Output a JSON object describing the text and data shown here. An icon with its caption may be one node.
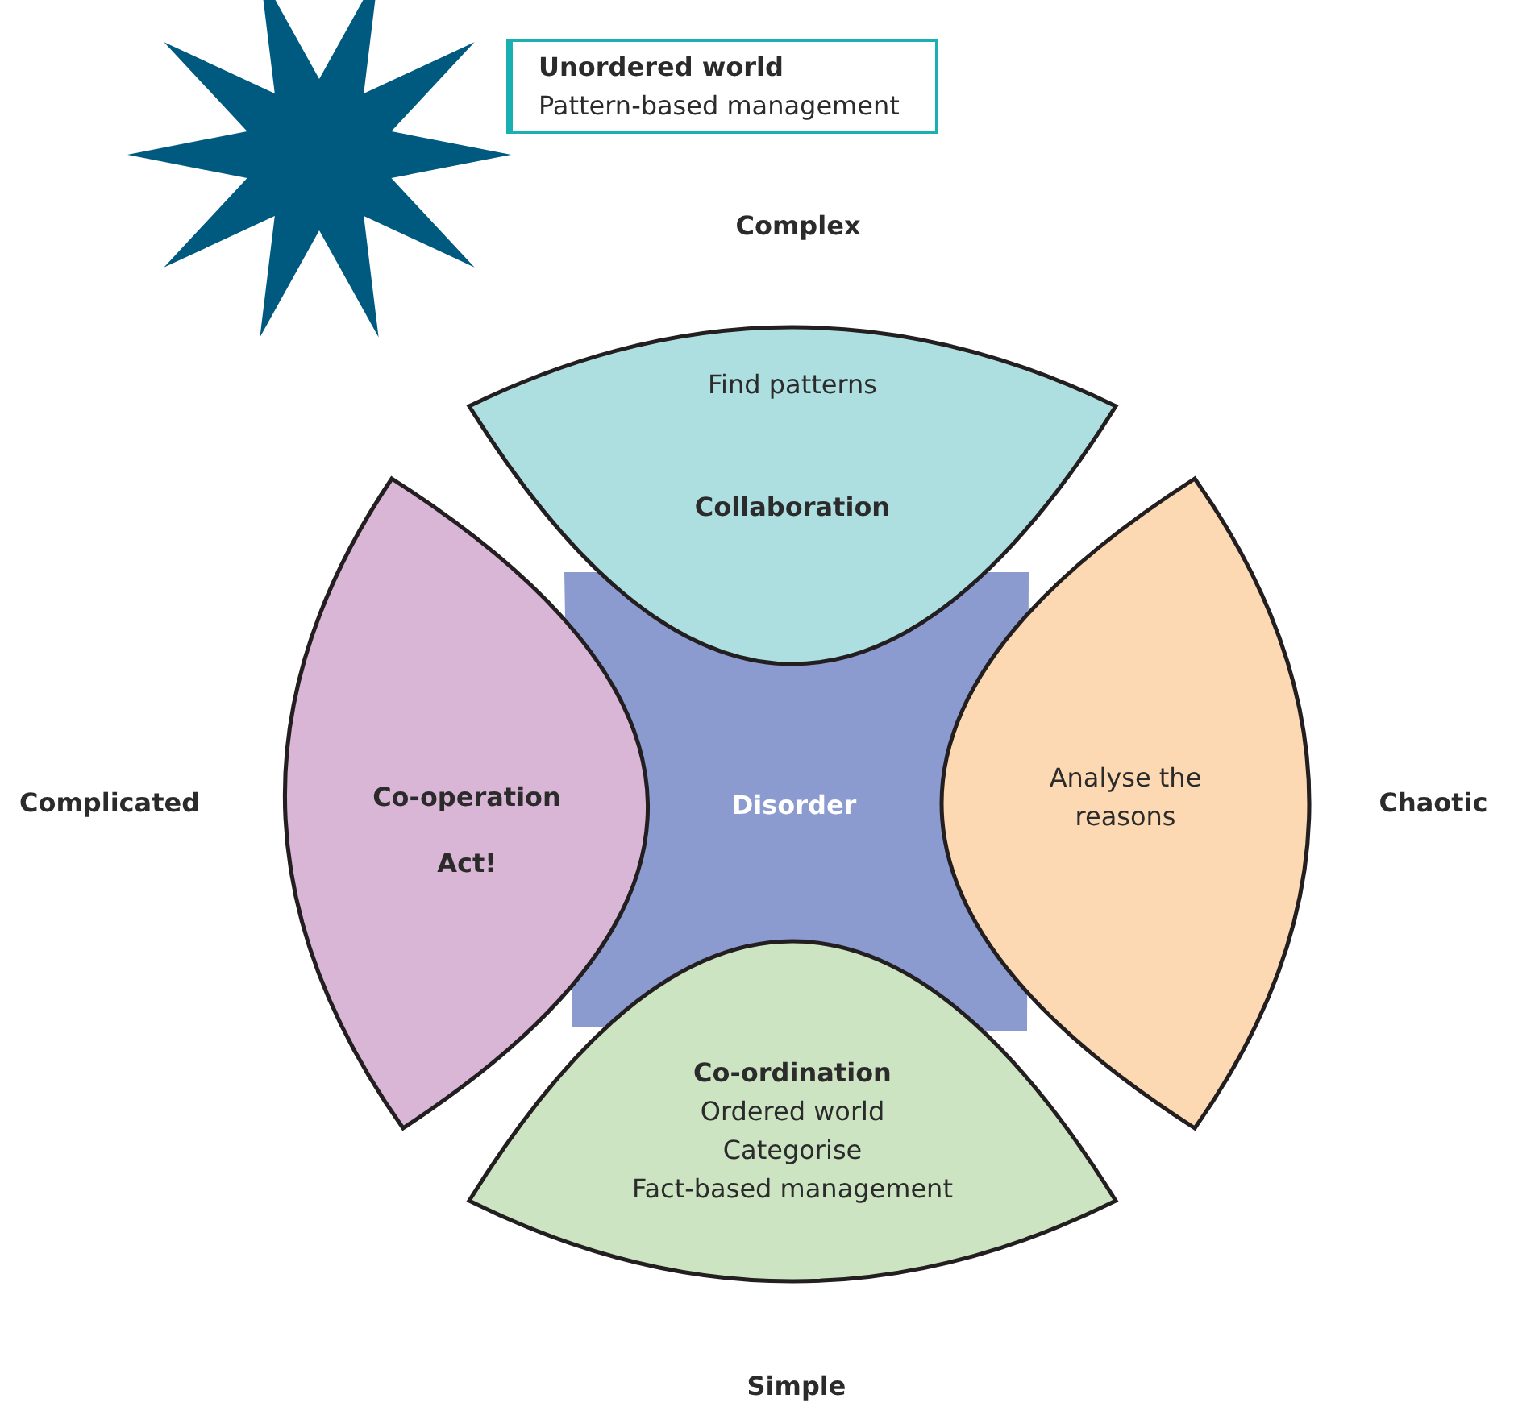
{
  "diagram": {
    "nodes": [
      {
        "text": [
          "Unordered world",
          "Pattern-based management"
        ]
      },
      {
        "text": [
          "Find patterns",
          "Collaboration"
        ]
      },
      {
        "text": [
          "Co-operation",
          "Act!"
        ]
      },
      {
        "text": [
          "Disorder"
        ]
      },
      {
        "text": [
          "Analyse the reasons"
        ]
      },
      {
        "text": [
          "Co-ordination",
          "Ordered world",
          "Categorise",
          "Fact-based management"
        ]
      }
    ],
    "labels": [
      "Complex",
      "Complicated",
      "Chaotic",
      "Simple"
    ]
  }
}
